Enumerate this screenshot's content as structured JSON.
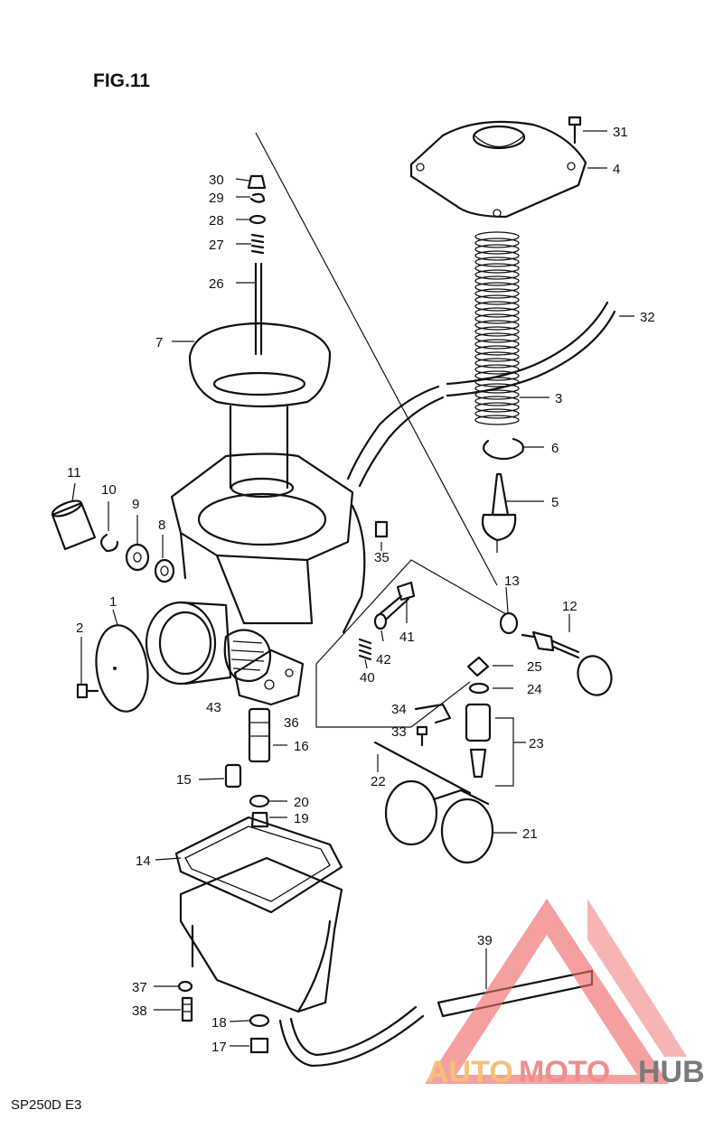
{
  "figure": {
    "title": "FIG.11",
    "model": "SP250D  E3"
  },
  "watermark": {
    "brand_part1": "AUTO",
    "brand_part2": "MOTO",
    "brand_part3": "HUB",
    "colors": {
      "auto": "#f5c07a",
      "moto": "#ef8d8d",
      "hub": "#7a7a7a",
      "triangle": "#ef6b6b"
    }
  },
  "callouts": [
    {
      "id": "p31",
      "text": "31"
    },
    {
      "id": "p4",
      "text": "4"
    },
    {
      "id": "p30",
      "text": "30"
    },
    {
      "id": "p29",
      "text": "29"
    },
    {
      "id": "p28",
      "text": "28"
    },
    {
      "id": "p27",
      "text": "27"
    },
    {
      "id": "p26",
      "text": "26"
    },
    {
      "id": "p32",
      "text": "32"
    },
    {
      "id": "p7",
      "text": "7"
    },
    {
      "id": "p3",
      "text": "3"
    },
    {
      "id": "p6",
      "text": "6"
    },
    {
      "id": "p11",
      "text": "11"
    },
    {
      "id": "p10",
      "text": "10"
    },
    {
      "id": "p9",
      "text": "9"
    },
    {
      "id": "p8",
      "text": "8"
    },
    {
      "id": "p5",
      "text": "5"
    },
    {
      "id": "p35",
      "text": "35"
    },
    {
      "id": "p13",
      "text": "13"
    },
    {
      "id": "p12",
      "text": "12"
    },
    {
      "id": "p1",
      "text": "1"
    },
    {
      "id": "p2",
      "text": "2"
    },
    {
      "id": "p41",
      "text": "41"
    },
    {
      "id": "p42",
      "text": "42"
    },
    {
      "id": "p40",
      "text": "40"
    },
    {
      "id": "p25",
      "text": "25"
    },
    {
      "id": "p24",
      "text": "24"
    },
    {
      "id": "p43",
      "text": "43"
    },
    {
      "id": "p36",
      "text": "36"
    },
    {
      "id": "p34",
      "text": "34"
    },
    {
      "id": "p33",
      "text": "33"
    },
    {
      "id": "p23",
      "text": "23"
    },
    {
      "id": "p16",
      "text": "16"
    },
    {
      "id": "p15",
      "text": "15"
    },
    {
      "id": "p22",
      "text": "22"
    },
    {
      "id": "p20",
      "text": "20"
    },
    {
      "id": "p19",
      "text": "19"
    },
    {
      "id": "p21",
      "text": "21"
    },
    {
      "id": "p14",
      "text": "14"
    },
    {
      "id": "p39",
      "text": "39"
    },
    {
      "id": "p37",
      "text": "37"
    },
    {
      "id": "p38",
      "text": "38"
    },
    {
      "id": "p18",
      "text": "18"
    },
    {
      "id": "p17",
      "text": "17"
    }
  ]
}
